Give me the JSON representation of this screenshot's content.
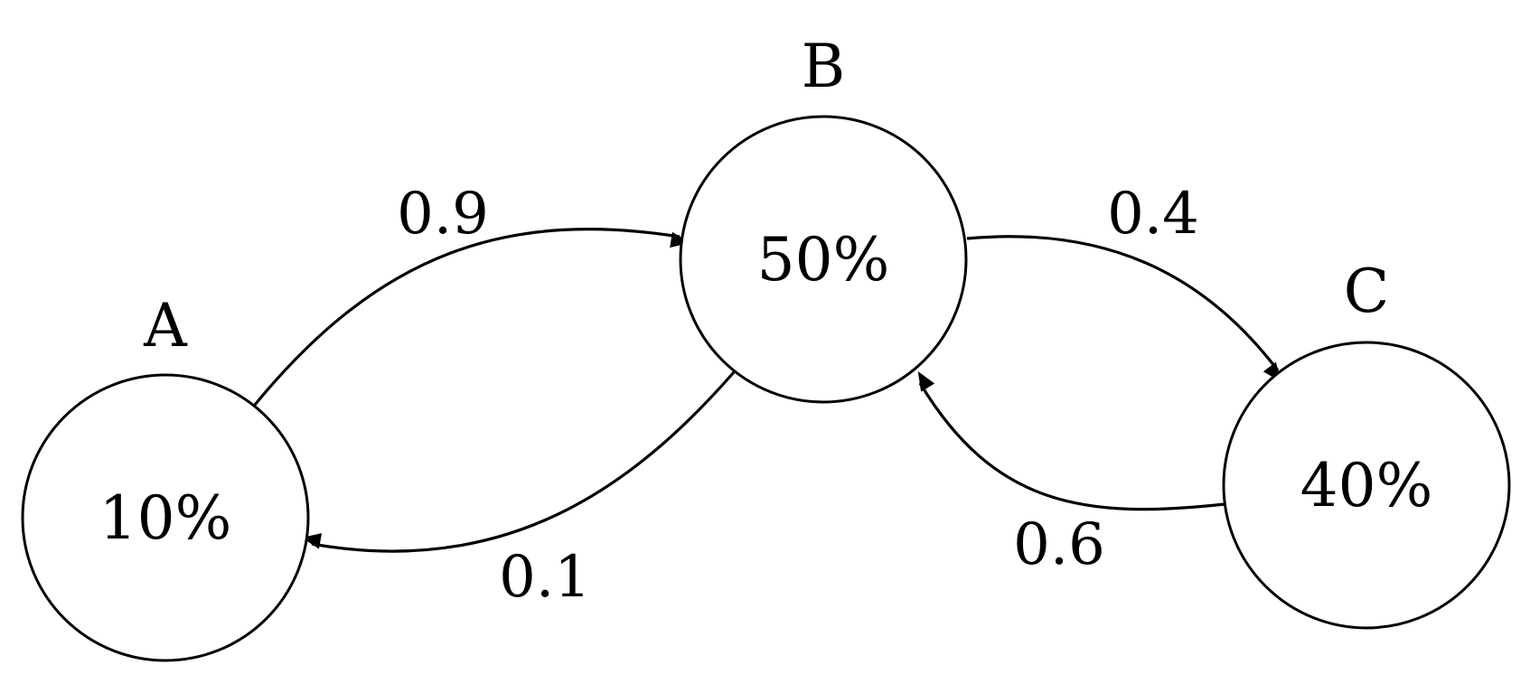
{
  "nodes": [
    {
      "id": "A",
      "label": "A",
      "value": "10%"
    },
    {
      "id": "B",
      "label": "B",
      "value": "50%"
    },
    {
      "id": "C",
      "label": "C",
      "value": "40%"
    }
  ],
  "edges": [
    {
      "from": "A",
      "to": "B",
      "label": "0.9"
    },
    {
      "from": "B",
      "to": "A",
      "label": "0.1"
    },
    {
      "from": "B",
      "to": "C",
      "label": "0.4"
    },
    {
      "from": "C",
      "to": "B",
      "label": "0.6"
    }
  ]
}
